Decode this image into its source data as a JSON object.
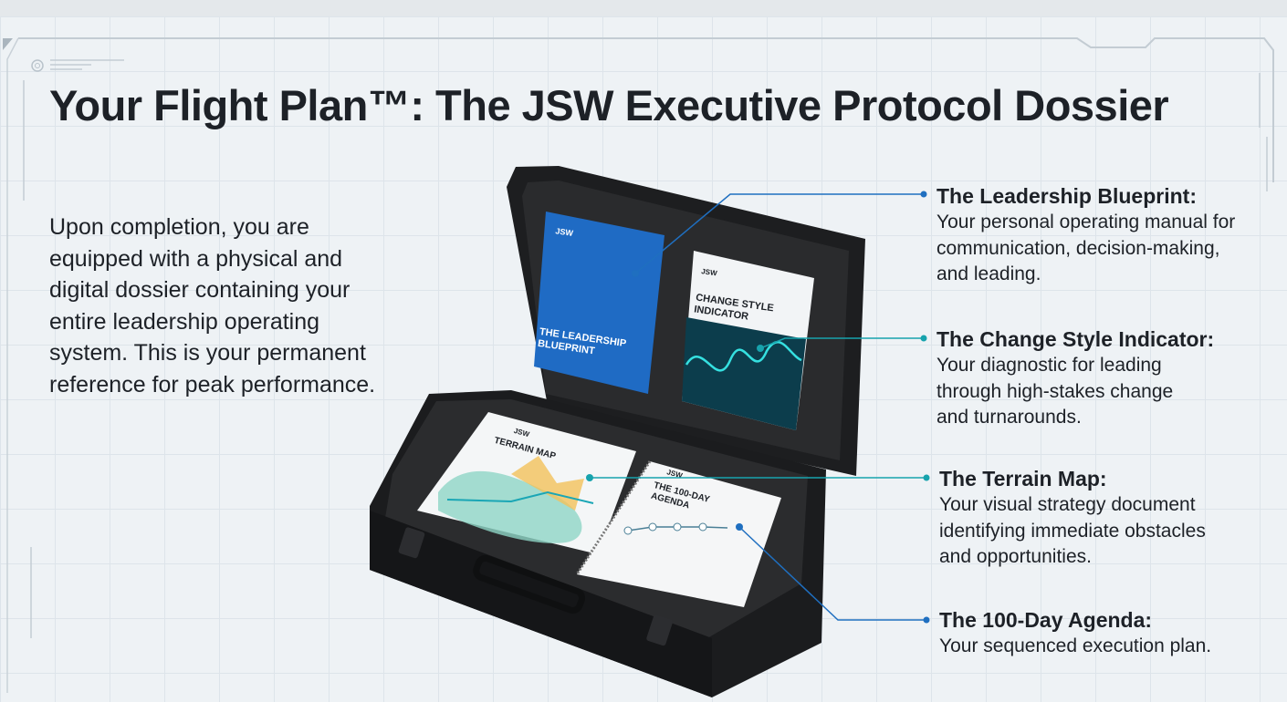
{
  "title": "Your Flight Plan™: The JSW Executive Protocol Dossier",
  "intro": "Upon completion, you are equipped with a physical and digital dossier containing your entire leadership operating system. This is your permanent reference for peak performance.",
  "callouts": [
    {
      "heading": "The Leadership Blueprint:",
      "description": "Your personal operating manual for communication, decision-making, and leading."
    },
    {
      "heading": "The Change Style Indicator:",
      "description": "Your diagnostic for leading through high-stakes change and turnarounds."
    },
    {
      "heading": "The Terrain Map:",
      "description": "Your visual strategy document identifying immediate obstacles and opportunities."
    },
    {
      "heading": "The 100-Day Agenda:",
      "description": "Your sequenced execution plan."
    }
  ],
  "books": {
    "brand": "JSW",
    "blueprint": [
      "THE LEADERSHIP",
      "BLUEPRINT"
    ],
    "change": [
      "CHANGE STYLE",
      "INDICATOR"
    ],
    "terrain": "TERRAIN MAP",
    "agenda": [
      "THE 100-DAY",
      "AGENDA"
    ]
  },
  "colors": {
    "blue": "#1f6fc0",
    "teal": "#17a3ad",
    "text": "#1d2127",
    "case": "#1b1c1e"
  }
}
